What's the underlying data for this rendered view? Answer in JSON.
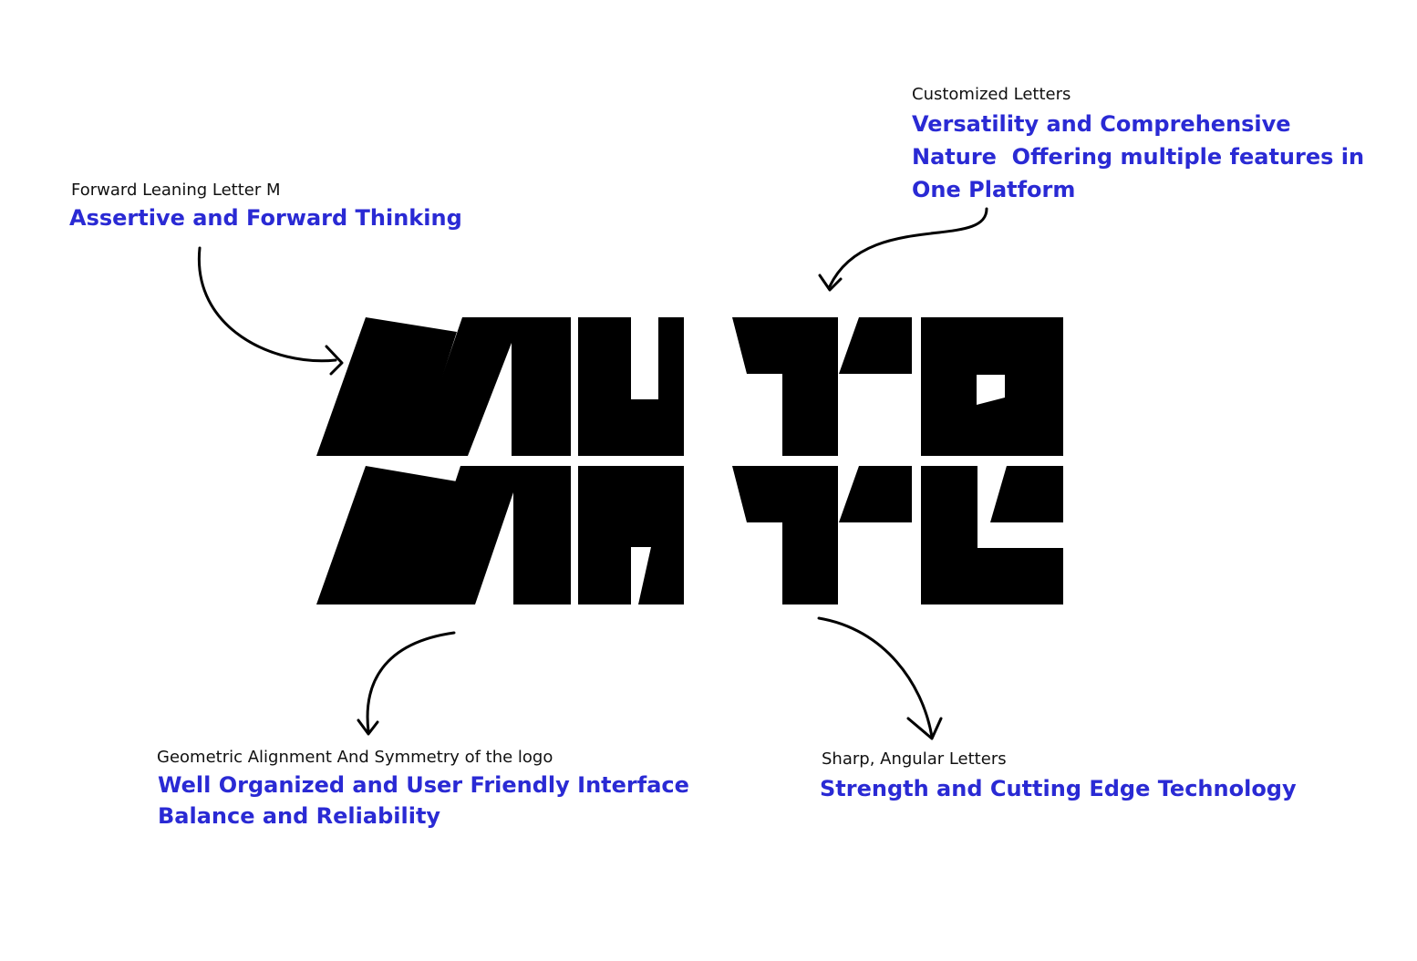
{
  "colors": {
    "accent": "#2a2ad4",
    "logo": "#000000",
    "text": "#111111",
    "background": "#ffffff"
  },
  "logo_rows": [
    "MUTO",
    "MATE"
  ],
  "annotations": {
    "forward_m": {
      "label": "Forward Leaning Letter M",
      "meaning": [
        "Assertive and Forward Thinking"
      ]
    },
    "custom_letters": {
      "label": "Customized Letters",
      "meaning": [
        "Versatility and Comprehensive",
        "Nature  Offering multiple features in",
        "One Platform"
      ]
    },
    "geometric": {
      "label": "Geometric Alignment And Symmetry of the logo",
      "meaning": [
        "Well Organized and User Friendly Interface",
        "Balance and Reliability"
      ]
    },
    "angular": {
      "label": "Sharp, Angular Letters",
      "meaning": [
        "Strength and Cutting Edge Technology"
      ]
    }
  }
}
